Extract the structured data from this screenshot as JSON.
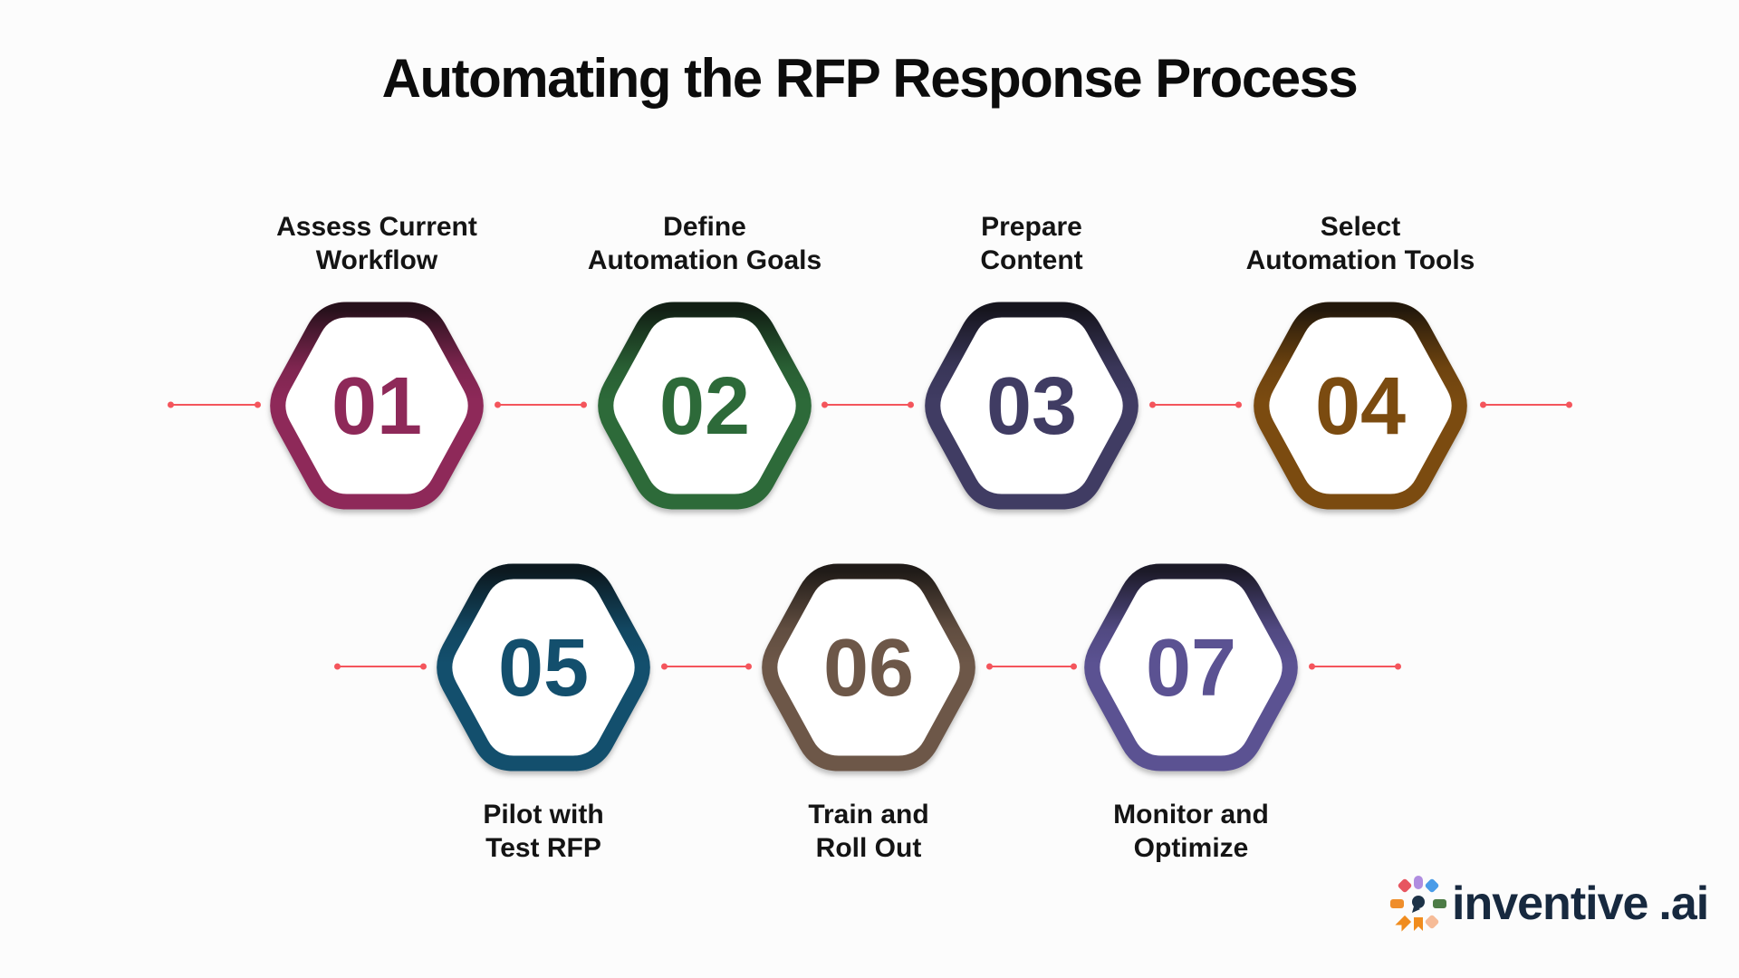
{
  "title": "Automating the RFP Response Process",
  "steps": [
    {
      "number": "01",
      "label_line1": "Assess Current",
      "label_line2": "Workflow",
      "color": "#8e2959"
    },
    {
      "number": "02",
      "label_line1": "Define",
      "label_line2": "Automation Goals",
      "color": "#2d6a39"
    },
    {
      "number": "03",
      "label_line1": "Prepare",
      "label_line2": "Content",
      "color": "#403c63"
    },
    {
      "number": "04",
      "label_line1": "Select",
      "label_line2": "Automation Tools",
      "color": "#7b4b10"
    },
    {
      "number": "05",
      "label_line1": "Pilot with",
      "label_line2": "Test RFP",
      "color": "#134f6d"
    },
    {
      "number": "06",
      "label_line1": "Train and",
      "label_line2": "Roll Out",
      "color": "#6d5748"
    },
    {
      "number": "07",
      "label_line1": "Monitor and",
      "label_line2": "Optimize",
      "color": "#5b5292"
    }
  ],
  "connector_color": "#f4555c",
  "logo": {
    "name": "inventive",
    "suffix": ".ai",
    "text_color": "#17293f",
    "icon": {
      "lavender": "#b08de0",
      "blue": "#4a9ce8",
      "green": "#4d7c46",
      "peach": "#f6bb97",
      "orange": "#f08c1e",
      "orange2": "#ef8e2b",
      "red": "#e75560",
      "navy": "#1d3247"
    }
  }
}
